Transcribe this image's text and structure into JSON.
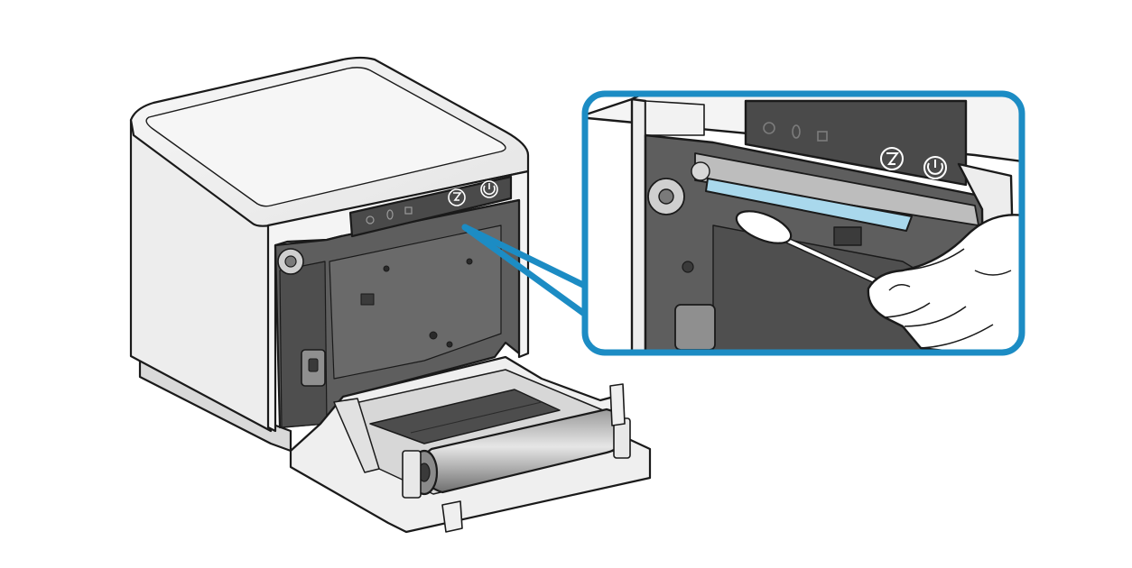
{
  "illustration": {
    "subject": "receipt-printer-thermal-head-cleaning",
    "main_view": "printer-front-cover-open",
    "detail_view": "cotton-swab-on-thermal-head",
    "callout_color": "#1C8CC4",
    "highlight_color": "#A9D8EC",
    "body_color": "#F2F2F2",
    "interior_color": "#5E5E5E",
    "panel_color": "#4A4A4A",
    "line_color": "#1A1A1A"
  },
  "control_panel": {
    "icons": [
      "network-icon",
      "bluetooth-icon",
      "lan-icon",
      "feed-button-icon",
      "power-button-icon"
    ]
  }
}
